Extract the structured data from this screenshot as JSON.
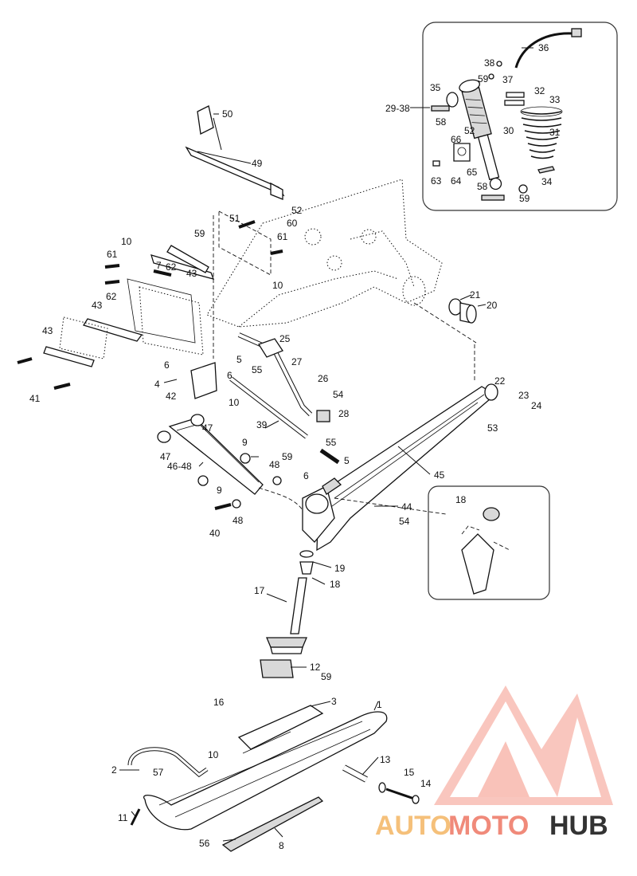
{
  "diagram": {
    "callouts": [
      "1",
      "2",
      "3",
      "4",
      "5",
      "5",
      "6",
      "6",
      "6",
      "7",
      "8",
      "9",
      "9",
      "10",
      "10",
      "10",
      "10",
      "11",
      "12",
      "13",
      "14",
      "15",
      "16",
      "17",
      "18",
      "18",
      "19",
      "20",
      "21",
      "22",
      "23",
      "24",
      "25",
      "26",
      "27",
      "28",
      "29-38",
      "30",
      "31",
      "32",
      "33",
      "34",
      "35",
      "36",
      "37",
      "38",
      "39",
      "40",
      "41",
      "42",
      "43",
      "43",
      "43",
      "44",
      "45",
      "46-48",
      "47",
      "47",
      "48",
      "48",
      "49",
      "50",
      "51",
      "52",
      "52",
      "53",
      "54",
      "54",
      "55",
      "55",
      "56",
      "57",
      "58",
      "58",
      "59",
      "59",
      "59",
      "59",
      "59",
      "60",
      "61",
      "61",
      "62",
      "62",
      "63",
      "64",
      "65",
      "66"
    ]
  },
  "watermark": {
    "part1": "AUTO",
    "part2": "MOTO",
    "part3": "HUB",
    "color_primary": "#f08a7a",
    "color_secondary": "#f5c07a",
    "color_tertiary": "#333333"
  }
}
